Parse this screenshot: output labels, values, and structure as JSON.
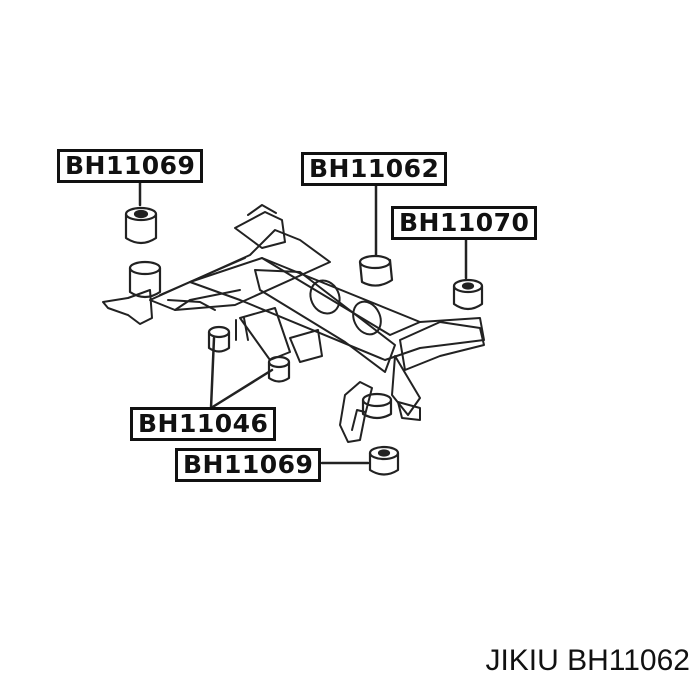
{
  "labels": {
    "top_left": "BH11069",
    "top_center": "BH11062",
    "right": "BH11070",
    "middle_left": "BH11046",
    "bottom": "BH11069"
  },
  "footer": "JIKIU BH11062"
}
